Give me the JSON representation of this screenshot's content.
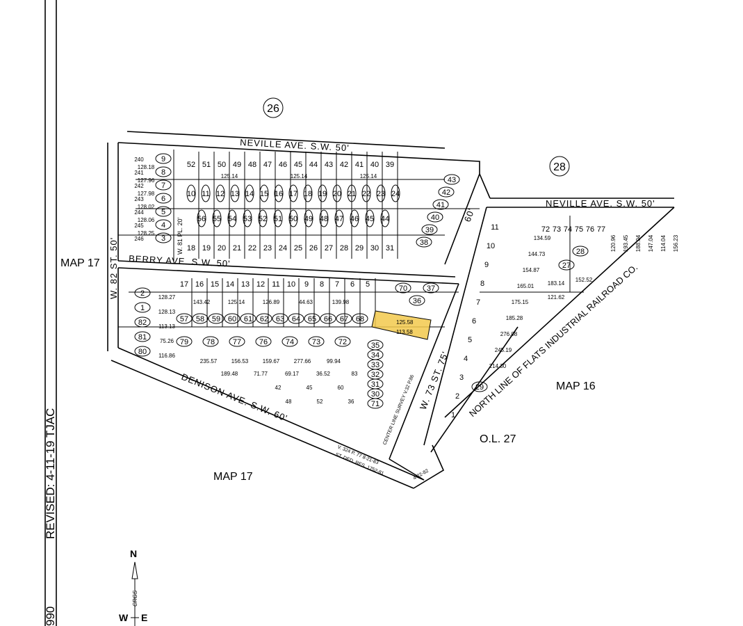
{
  "sheet": {
    "revision": "REVISED: 4-11-19  TJAC",
    "number_fragment": "990",
    "highlight_color": "#f2c94c"
  },
  "adjacent_maps": {
    "map26": "26",
    "map28": "28",
    "map17_west": "MAP 17",
    "map17_south": "MAP 17",
    "map16": "MAP 16",
    "ol27": "O.L. 27"
  },
  "streets": {
    "neville_north": "NEVILLE AVE. S.W. 50'",
    "neville_east": "NEVILLE AVE. S.W. 50'",
    "berry": "BERRY AVE. S.W. 50'",
    "w82": "W. 82 ST. 50'",
    "w81": "W. 81 PL. 20'",
    "denison": "DENISON AVE. S.W. 60'",
    "w73": "W. 73 ST. 75'",
    "railroad": "NORTH LINE OF FLATS INDUSTRIAL RAILROAD CO.",
    "centerline": "CENTER LINE SURVEY V.32 P.86",
    "sixty": "60'",
    "deed": "V. 324 P. 77  8-21-83",
    "deed2": "ST. DED. RES. 1752-81",
    "date": "4-22-82"
  },
  "compass": {
    "north": "N",
    "west": "W",
    "east": "E",
    "system": "CRGS"
  },
  "lots": {
    "north_west_circled": [
      "9",
      "8",
      "7",
      "6",
      "5",
      "4",
      "3"
    ],
    "north_west_sublots": [
      "240",
      "241",
      "242",
      "243",
      "244",
      "245",
      "246"
    ],
    "north_top_numbers": [
      "52",
      "51",
      "50",
      "49",
      "48",
      "47",
      "46",
      "45",
      "44",
      "43",
      "42",
      "41",
      "40",
      "39"
    ],
    "north_circled_row1": [
      "10",
      "11",
      "12",
      "13",
      "14",
      "15",
      "16",
      "17",
      "18",
      "19",
      "20",
      "21",
      "22",
      "23",
      "24"
    ],
    "north_circled_row2": [
      "56",
      "55",
      "54",
      "53",
      "52",
      "51",
      "50",
      "49",
      "48",
      "47",
      "46",
      "45",
      "44"
    ],
    "north_bottom_numbers": [
      "18",
      "19",
      "20",
      "21",
      "22",
      "23",
      "24",
      "25",
      "26",
      "27",
      "28",
      "29",
      "30",
      "31"
    ],
    "north_east_circled": [
      "43",
      "42",
      "41",
      "40",
      "39",
      "38"
    ],
    "south_top_numbers": [
      "17",
      "16",
      "15",
      "14",
      "13",
      "12",
      "11",
      "10",
      "9",
      "8",
      "7",
      "6",
      "5"
    ],
    "south_circled_row1": [
      "57",
      "58",
      "59",
      "60",
      "61",
      "62",
      "63",
      "64",
      "65",
      "66",
      "67",
      "68"
    ],
    "south_circled_row2": [
      "79",
      "78",
      "77",
      "76",
      "74",
      "73",
      "72"
    ],
    "south_west_circled": [
      "2",
      "1",
      "82",
      "81",
      "80"
    ],
    "south_east_circled": [
      "70",
      "37",
      "36",
      "35",
      "34",
      "33",
      "32",
      "31",
      "30",
      "71"
    ],
    "east_numbers": [
      "11",
      "10",
      "9",
      "8",
      "7",
      "6",
      "5",
      "4",
      "3",
      "2",
      "1"
    ],
    "east_circled": [
      "28",
      "27",
      "29"
    ],
    "east_top_numbers": [
      "72",
      "73",
      "74",
      "75",
      "76",
      "77"
    ],
    "highlight_dims": [
      "125.58",
      "113.58"
    ]
  },
  "dimensions": {
    "north_block": [
      "128.18",
      "127.96",
      "127.98",
      "128.02",
      "128.06",
      "128.25",
      "125.14",
      "125.14",
      "125.14"
    ],
    "south_block": [
      "128.27",
      "128.13",
      "113.13",
      "75.26",
      "116.86",
      "143.42",
      "125.14",
      "126.89",
      "44.63",
      "139.98"
    ],
    "east_block": [
      "134.59",
      "144.73",
      "154.87",
      "165.01",
      "175.15",
      "185.28",
      "276.08",
      "245.19",
      "214.30",
      "183.14",
      "152.52",
      "121.62",
      "120.96",
      "193.45",
      "188.04",
      "147.04",
      "114.04",
      "156.23"
    ],
    "south_misc": [
      "235.57",
      "156.53",
      "159.67",
      "277.66",
      "99.94",
      "189.48",
      "71.77",
      "69.17",
      "36.52",
      "83",
      "42",
      "45",
      "60",
      "48",
      "52",
      "36"
    ]
  }
}
